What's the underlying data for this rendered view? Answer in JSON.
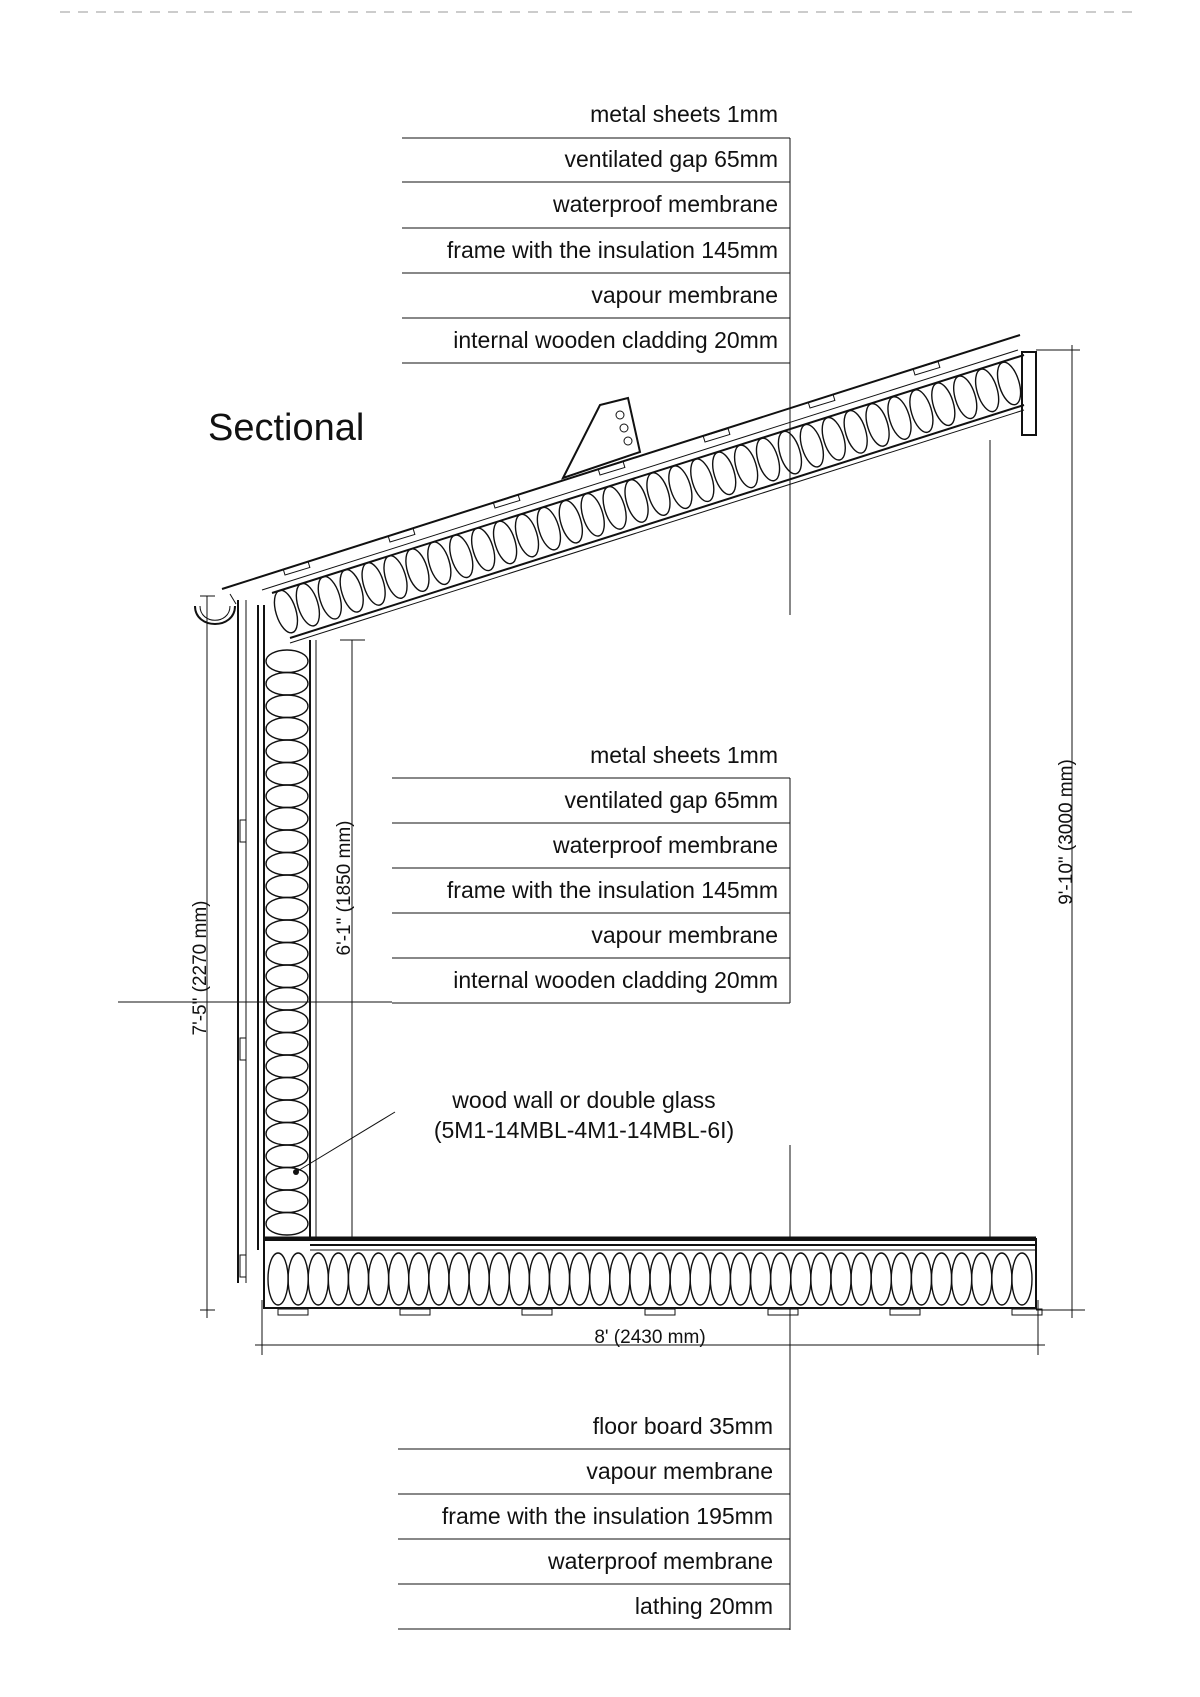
{
  "title": "Sectional",
  "roof_layers": [
    "metal sheets 1mm",
    "ventilated gap 65mm",
    "waterproof membrane",
    "frame with the insulation 145mm",
    "vapour membrane",
    "internal wooden cladding 20mm"
  ],
  "wall_layers": [
    "metal sheets 1mm",
    "ventilated gap 65mm",
    "waterproof membrane",
    "frame with the insulation 145mm",
    "vapour membrane",
    "internal wooden cladding 20mm"
  ],
  "floor_layers": [
    "floor board  35mm",
    "vapour membrane",
    "frame with the insulation 195mm",
    "waterproof membrane",
    "lathing 20mm"
  ],
  "glass_note": {
    "line1": "wood wall or double glass",
    "line2": "(5M1-14MBL-4M1-14MBL-6I)"
  },
  "dimensions": {
    "outer_wall_height": "7'-5\" (2270 mm)",
    "inner_wall_height": "6'-1\" (1850 mm)",
    "total_height": "9'-10\" (3000 mm)",
    "width": "8' (2430 mm)"
  },
  "colors": {
    "line": "#111111",
    "background": "#ffffff"
  }
}
